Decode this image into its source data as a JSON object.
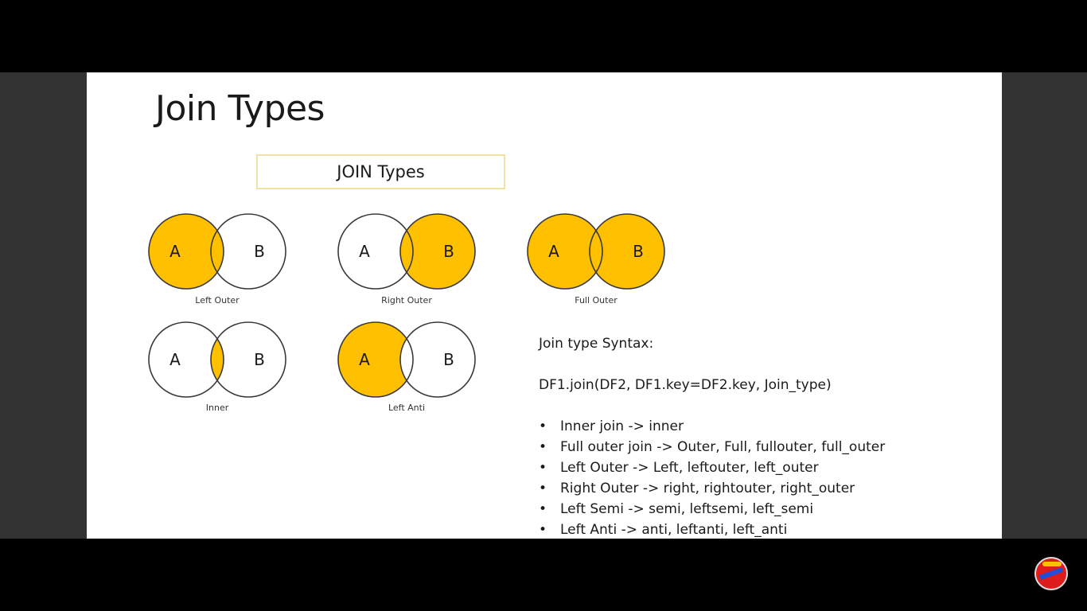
{
  "slide": {
    "title": "Join Types",
    "header_box": "JOIN Types",
    "colors": {
      "fill": "#FFC000",
      "stroke": "#3a3a3a",
      "header_border": "#f2e2a6"
    }
  },
  "venns": [
    {
      "name": "left-outer",
      "caption": "Left Outer",
      "label_a": "A",
      "label_b": "B",
      "highlight": "left-outer"
    },
    {
      "name": "right-outer",
      "caption": "Right Outer",
      "label_a": "A",
      "label_b": "B",
      "highlight": "right-outer"
    },
    {
      "name": "full-outer",
      "caption": "Full Outer",
      "label_a": "A",
      "label_b": "B",
      "highlight": "full-outer"
    },
    {
      "name": "inner",
      "caption": "Inner",
      "label_a": "A",
      "label_b": "B",
      "highlight": "inner"
    },
    {
      "name": "left-anti",
      "caption": "Left Anti",
      "label_a": "A",
      "label_b": "B",
      "highlight": "left-anti"
    }
  ],
  "syntax": {
    "heading": "Join type Syntax:",
    "code": "DF1.join(DF2, DF1.key=DF2.key, Join_type)",
    "bullet": "•",
    "items": [
      "Inner join -> inner",
      "Full outer join -> Outer, Full, fullouter, full_outer",
      "Left Outer -> Left, leftouter, left_outer",
      "Right Outer -> right, rightouter, right_outer",
      "Left Semi -> semi, leftsemi, left_semi",
      "Left Anti -> anti, leftanti, left_anti"
    ]
  },
  "channel_logo": {
    "icon": "channel-logo-icon"
  }
}
